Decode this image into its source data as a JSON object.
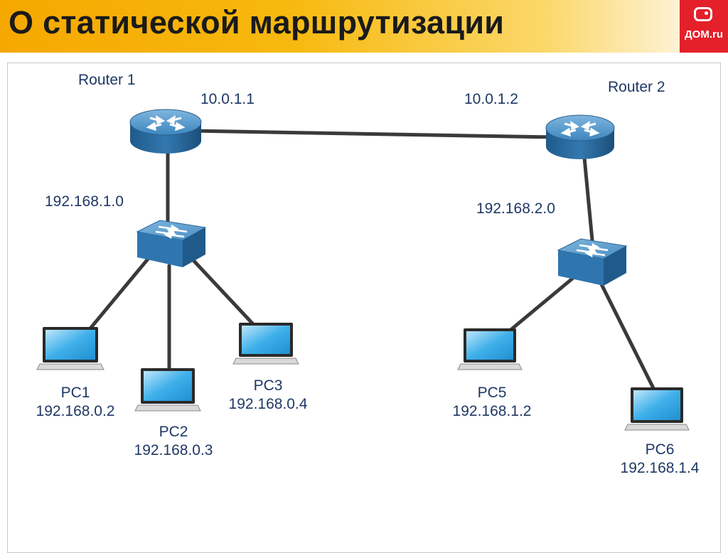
{
  "slide": {
    "title": "О статической маршрутизации",
    "logo_text": "ДОМ.ru"
  },
  "routers": [
    {
      "name": "Router 1",
      "interface_ip": "10.0.1.1",
      "network": "192.168.1.0"
    },
    {
      "name": "Router 2",
      "interface_ip": "10.0.1.2",
      "network": "192.168.2.0"
    }
  ],
  "pcs": [
    {
      "name": "PC1",
      "ip": "192.168.0.2"
    },
    {
      "name": "PC2",
      "ip": "192.168.0.3"
    },
    {
      "name": "PC3",
      "ip": "192.168.0.4"
    },
    {
      "name": "PC5",
      "ip": "192.168.1.2"
    },
    {
      "name": "PC6",
      "ip": "192.168.1.4"
    }
  ],
  "colors": {
    "header_accent": "#f5a800",
    "logo_bg": "#e4202a",
    "label_text": "#1f3864",
    "device_blue": "#2b6fa6",
    "cable": "#3a3a3a"
  }
}
